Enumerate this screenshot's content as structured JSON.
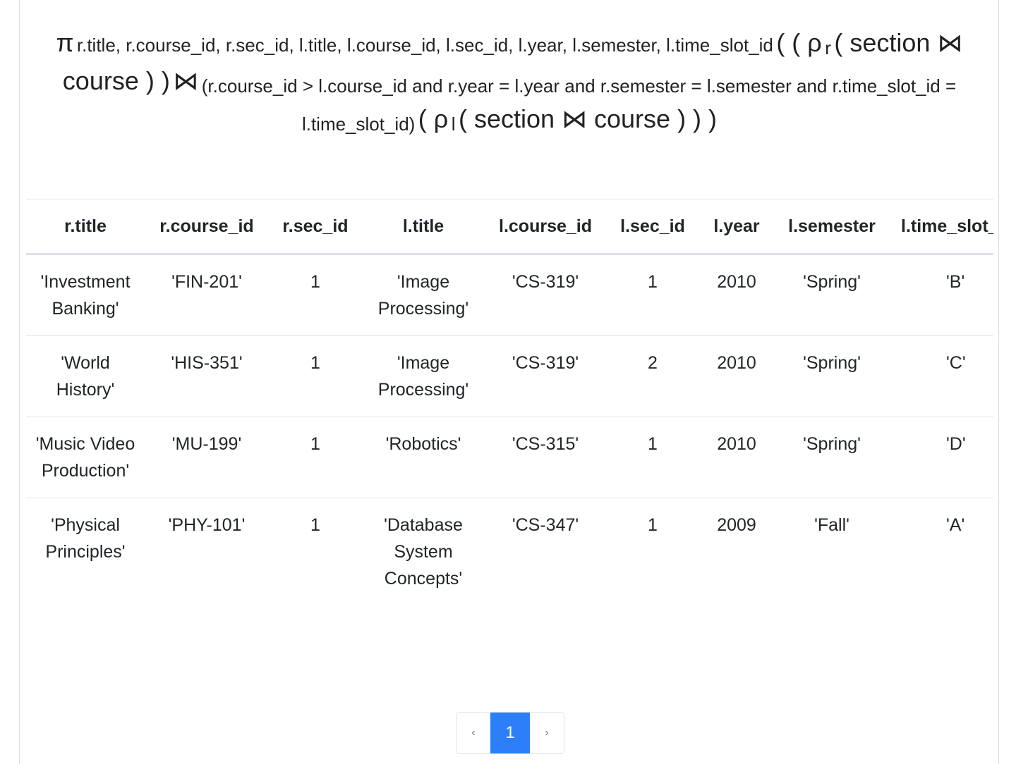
{
  "expression": {
    "pi": "π",
    "projection": "r.title, r.course_id, r.sec_id, l.title, l.course_id, l.sec_id, l.year, l.semester, l.time_slot_id",
    "open1": "( ( ρ",
    "rho_r": "r",
    "open2": "( section ⋈ course ) )",
    "join_sym": "⋈",
    "join_condition": "(r.course_id > l.course_id and r.year = l.year and r.semester = l.semester and r.time_slot_id = l.time_slot_id)",
    "open3": "( ρ",
    "rho_l": "l",
    "close3": "( section ⋈ course ) ) )"
  },
  "table": {
    "headers": [
      "r.title",
      "r.course_id",
      "r.sec_id",
      "l.title",
      "l.course_id",
      "l.sec_id",
      "l.year",
      "l.semester",
      "l.time_slot_id"
    ],
    "rows": [
      [
        "'Investment Banking'",
        "'FIN-201'",
        "1",
        "'Image Processing'",
        "'CS-319'",
        "1",
        "2010",
        "'Spring'",
        "'B'"
      ],
      [
        "'World History'",
        "'HIS-351'",
        "1",
        "'Image Processing'",
        "'CS-319'",
        "2",
        "2010",
        "'Spring'",
        "'C'"
      ],
      [
        "'Music Video Production'",
        "'MU-199'",
        "1",
        "'Robotics'",
        "'CS-315'",
        "1",
        "2010",
        "'Spring'",
        "'D'"
      ],
      [
        "'Physical Principles'",
        "'PHY-101'",
        "1",
        "'Database System Concepts'",
        "'CS-347'",
        "1",
        "2009",
        "'Fall'",
        "'A'"
      ]
    ]
  },
  "pagination": {
    "prev": "‹",
    "current": "1",
    "next": "›",
    "active_color": "#2d7ff9"
  }
}
